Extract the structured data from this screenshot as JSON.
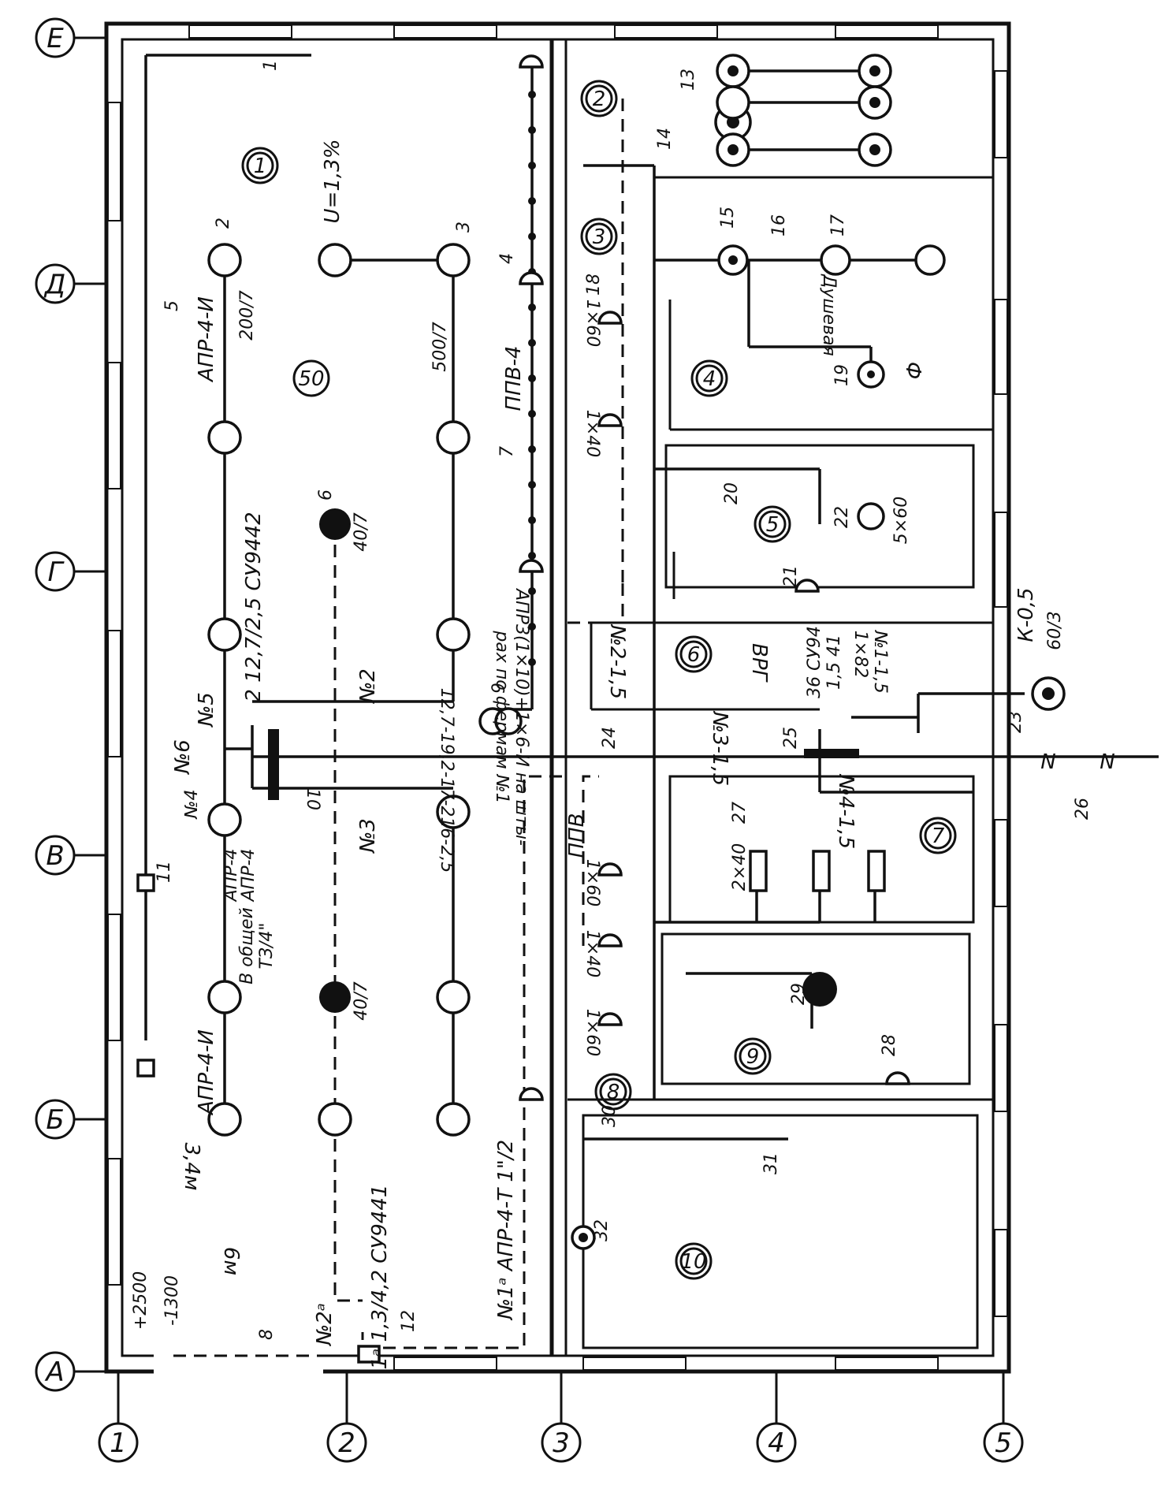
{
  "axes_letters": [
    "А",
    "Б",
    "В",
    "Г",
    "Д",
    "Е"
  ],
  "axes_numbers": [
    "1",
    "2",
    "3",
    "4",
    "5"
  ],
  "rooms": [
    "1",
    "2",
    "3",
    "4",
    "5",
    "6",
    "7",
    "8",
    "9",
    "10"
  ],
  "room_50": "50",
  "labels": {
    "apr_top": "АПР-4-И",
    "apr_bottom": "АПР-4-И",
    "n5": "№5",
    "n6": "№6",
    "n4": "№4",
    "n2": "№2",
    "n3": "№3",
    "n2a": "№2ᵃ",
    "n1a": "№1ᵃ АПР-4-Т 1\"/2",
    "su9442": "2 12,7/2,5 СУ9442",
    "su9441": "1ᵃ 1,3/4,2 СУ9441",
    "apr3": "АПР3(1×10)+1×6-И на шты-",
    "rakh": "рах по фермам №1",
    "cable": "12,7-19,2-17-216-2,5",
    "common": "В общей",
    "tz": "ТЗ/4\"",
    "apr4a": "АПР-4",
    "apr4b": "АПР-4",
    "ppv4": "ППВ-4",
    "ppv": "ППВ",
    "u13": "U=1,3%",
    "frac_200": "200/7",
    "frac_500": "500/7",
    "frac_40a": "40/7",
    "frac_40b": "40/7",
    "dim_34": "3,4м",
    "dim_6": "6м",
    "elev_p": "+2500",
    "elev_m": "-1300",
    "n2_15": "№2-1,5",
    "vrg": "ВРГ",
    "su94": "36 СУ94",
    "su94b": "1,5 41",
    "n1_15": "№1-1,5",
    "n82": "1×82",
    "n3_15": "№3-1,5",
    "n4_15": "№4-1,5",
    "k05": "К-0,5",
    "k_frac": "60/3",
    "dush": "Душевая",
    "f": "Ф",
    "x60a": "1×60",
    "x40a": "1×40",
    "x60b": "1×60",
    "x40b": "1×40",
    "x60c": "1×60",
    "x560": "5×60",
    "x2_40": "2×40",
    "nn": "N",
    "nn2": "N"
  },
  "numbers": [
    "1",
    "2",
    "3",
    "4",
    "5",
    "6",
    "7",
    "8",
    "9",
    "10",
    "11",
    "12",
    "13",
    "14",
    "15",
    "16",
    "17",
    "18",
    "19",
    "20",
    "21",
    "22",
    "23",
    "24",
    "25",
    "26",
    "27",
    "28",
    "29",
    "30",
    "31",
    "32"
  ]
}
